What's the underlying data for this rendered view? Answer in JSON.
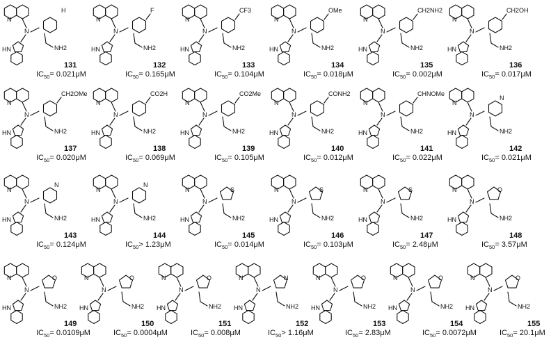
{
  "atoms": {
    "N": "N",
    "HN": "HN",
    "NH2": "NH2",
    "O": "O",
    "S": "S"
  },
  "ic_label": "IC",
  "ic_sub": "50",
  "compounds": [
    {
      "id": "131",
      "value": "= 0.021μM",
      "sub": "H",
      "ring": "benzene"
    },
    {
      "id": "132",
      "value": "= 0.165μM",
      "sub": "F",
      "ring": "benzene"
    },
    {
      "id": "133",
      "value": "= 0.104μM",
      "sub": "CF3",
      "ring": "benzene"
    },
    {
      "id": "134",
      "value": "= 0.018μM",
      "sub": "OMe",
      "ring": "benzene"
    },
    {
      "id": "135",
      "value": "= 0.002μM",
      "sub": "CH2NH2",
      "ring": "benzene"
    },
    {
      "id": "136",
      "value": "= 0.017μM",
      "sub": "CH2OH",
      "ring": "benzene"
    },
    {
      "id": "137",
      "value": "= 0.020μM",
      "sub": "CH2OMe",
      "ring": "benzene"
    },
    {
      "id": "138",
      "value": "= 0.069μM",
      "sub": "CO2H",
      "ring": "benzene"
    },
    {
      "id": "139",
      "value": "= 0.105μM",
      "sub": "CO2Me",
      "ring": "benzene"
    },
    {
      "id": "140",
      "value": "= 0.012μM",
      "sub": "CONH2",
      "ring": "benzene"
    },
    {
      "id": "141",
      "value": "= 0.022μM",
      "sub": "CHNOMe",
      "ring": "benzene"
    },
    {
      "id": "142",
      "value": "= 0.021μM",
      "sub": "",
      "ring": "pyridine"
    },
    {
      "id": "143",
      "value": "= 0.124μM",
      "sub": "",
      "ring": "pyridine"
    },
    {
      "id": "144",
      "value": "> 1.23μM",
      "sub": "",
      "ring": "pyrazine"
    },
    {
      "id": "145",
      "value": "= 0.014μM",
      "sub": "",
      "ring": "thiophene"
    },
    {
      "id": "146",
      "value": "= 0.103μM",
      "sub": "",
      "ring": "thiophene"
    },
    {
      "id": "147",
      "value": "= 2.48μM",
      "sub": "",
      "ring": "thiophene"
    },
    {
      "id": "148",
      "value": "= 3.57μM",
      "sub": "",
      "ring": "furan"
    },
    {
      "id": "149",
      "value": "= 0.0109μM",
      "sub": "",
      "ring": "furan"
    },
    {
      "id": "150",
      "value": "= 0.0004μM",
      "sub": "",
      "ring": "furan"
    },
    {
      "id": "151",
      "value": "= 0.008μM",
      "sub": "",
      "ring": "furan"
    },
    {
      "id": "152",
      "value": "> 1.16μM",
      "sub": "",
      "ring": "imidazole"
    },
    {
      "id": "153",
      "value": "= 2.83μM",
      "sub": "",
      "ring": "oxazole"
    },
    {
      "id": "154",
      "value": "= 0.0072μM",
      "sub": "",
      "ring": "oxazole"
    },
    {
      "id": "155",
      "value": "= 20.1μM",
      "sub": "",
      "ring": "oxazole"
    }
  ]
}
